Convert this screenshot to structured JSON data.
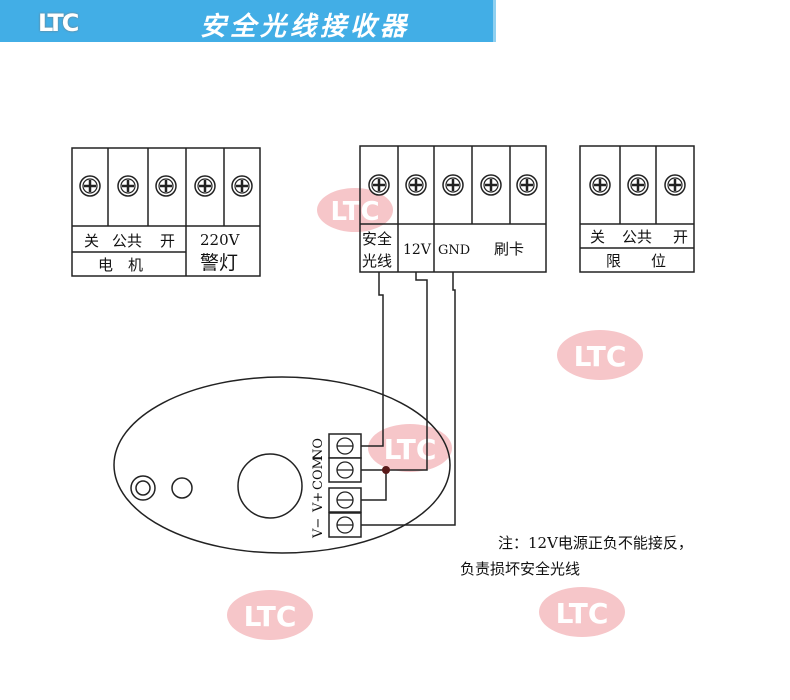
{
  "header": {
    "logo": "LTC",
    "title": "安全光线接收器"
  },
  "watermark": "LTC",
  "blocks": {
    "motor": {
      "labels": [
        "关",
        "公共",
        "开"
      ],
      "sub": "电　机",
      "lamp_top": "220V",
      "lamp_bottom": "警灯"
    },
    "controller": {
      "safety_top": "安全",
      "safety_bottom": "光线",
      "v12": "12V",
      "gnd": "GND",
      "card": "刷卡"
    },
    "limit": {
      "labels": [
        "关",
        "公共",
        "开"
      ],
      "sub": "限　　位"
    }
  },
  "receiver": {
    "terminals": [
      "NO",
      "COM",
      "V+",
      "V−"
    ]
  },
  "note": {
    "line1": "注：12V电源正负不能接反，",
    "line2": "负责损坏安全光线"
  },
  "colors": {
    "header": "#42aee6",
    "watermark": "#f4b8bc"
  }
}
